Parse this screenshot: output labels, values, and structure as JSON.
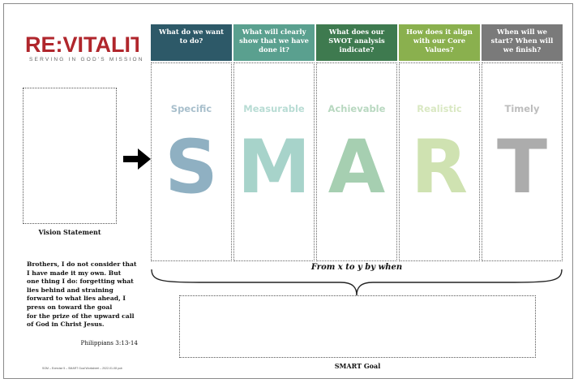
{
  "logo": {
    "text": "RE:VITALITY",
    "tagline": "SERVING IN GOD'S MISSION",
    "color": "#b0262c"
  },
  "vision": {
    "label": "Vision Statement"
  },
  "arrow": {
    "icon": "right-arrow-icon"
  },
  "smart_columns": [
    {
      "header": "What do we want to do?",
      "word": "Specific",
      "letter": "S",
      "header_color": "#2d5968",
      "word_color": "#a8bfcc",
      "letter_color": "#8fb0c2"
    },
    {
      "header": "What will clearly show that we have done it?",
      "word": "Measurable",
      "letter": "M",
      "header_color": "#5aa08f",
      "word_color": "#b8dcd4",
      "letter_color": "#a7d3ca"
    },
    {
      "header": "What does our SWOT analysis indicate?",
      "word": "Achievable",
      "letter": "A",
      "header_color": "#3e7a4f",
      "word_color": "#b8d8c0",
      "letter_color": "#a6cfb1"
    },
    {
      "header": "How does it align with our Core Values?",
      "word": "Realistic",
      "letter": "R",
      "header_color": "#8ab04e",
      "word_color": "#d9e8c2",
      "letter_color": "#cfe2b1"
    },
    {
      "header": "When will we start? When will we finish?",
      "word": "Timely",
      "letter": "T",
      "header_color": "#7a7a7a",
      "word_color": "#bdbdbd",
      "letter_color": "#acacac"
    }
  ],
  "formula": "From x to y by when",
  "goal": {
    "label": "SMART Goal"
  },
  "scripture": {
    "lines": [
      "Brothers, I do not consider that",
      "I have made it my own. But",
      "one thing I do: forgetting what",
      "lies behind and straining",
      "forward to what lies ahead, I",
      "press on toward the goal",
      "for the prize of the upward call",
      "of God in Christ Jesus."
    ],
    "reference": "Philippians 3:13-14"
  },
  "footer": "SGM – Exercise 5 – SMART Goal Worksheet – 2022-01-08 pub"
}
